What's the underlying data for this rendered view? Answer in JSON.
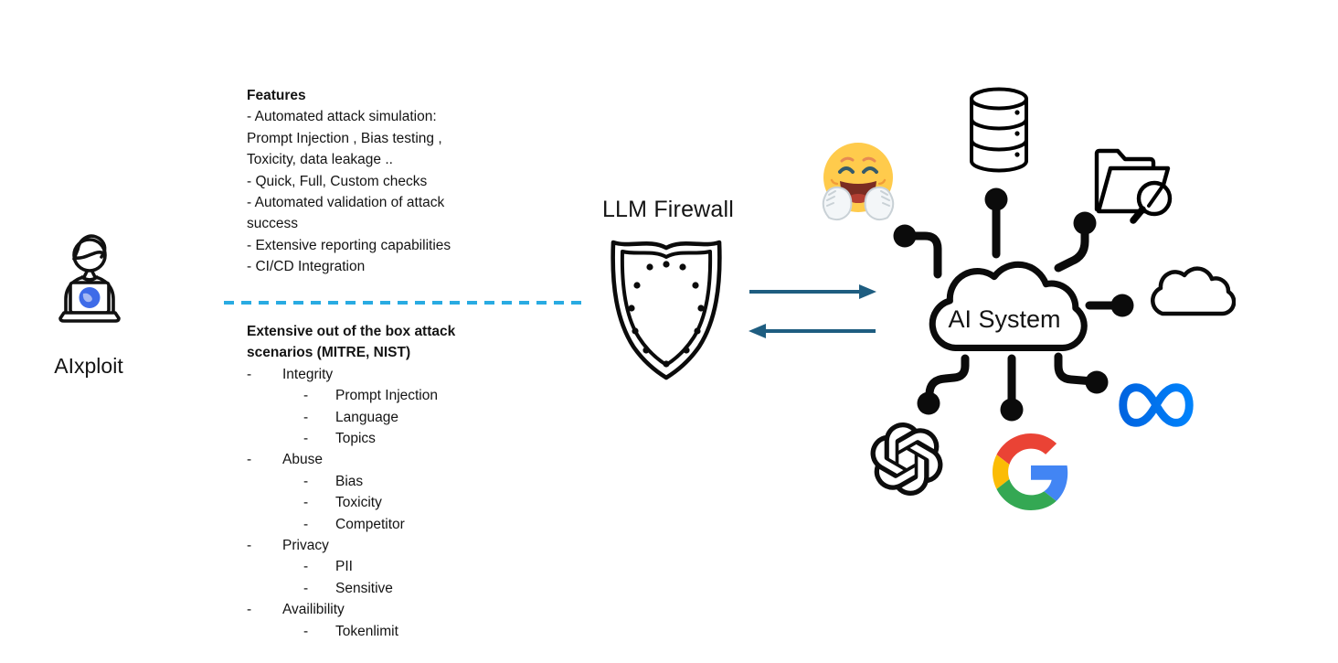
{
  "attacker": {
    "label": "AIxploit"
  },
  "features": {
    "title": "Features",
    "lines": [
      "- Automated attack simulation:",
      "Prompt Injection , Bias testing ,",
      "Toxicity, data leakage ..",
      "- Quick, Full, Custom checks",
      "- Automated validation of attack",
      "success",
      "- Extensive reporting capabilities",
      "- CI/CD Integration"
    ]
  },
  "scenarios": {
    "title_line1": "Extensive out of the box attack",
    "title_line2": "scenarios (MITRE, NIST)",
    "bullet": "-",
    "categories": [
      {
        "label": "Integrity",
        "items": [
          "Prompt Injection",
          "Language",
          "Topics"
        ]
      },
      {
        "label": "Abuse",
        "items": [
          "Bias",
          "Toxicity",
          "Competitor"
        ]
      },
      {
        "label": "Privacy",
        "items": [
          "PII",
          "Sensitive"
        ]
      },
      {
        "label": "Availibility",
        "items": [
          "Tokenlimit"
        ]
      }
    ]
  },
  "firewall": {
    "title": "LLM Firewall"
  },
  "ai_system": {
    "label": "AI System"
  },
  "icons": [
    {
      "name": "person-laptop-icon"
    },
    {
      "name": "shield-icon"
    },
    {
      "name": "arrow-right-icon"
    },
    {
      "name": "arrow-left-icon"
    },
    {
      "name": "ai-system-cloud-icon"
    },
    {
      "name": "hugging-face-emoji-icon"
    },
    {
      "name": "database-icon"
    },
    {
      "name": "folder-search-icon"
    },
    {
      "name": "cloud-icon"
    },
    {
      "name": "meta-logo-icon"
    },
    {
      "name": "google-logo-icon"
    },
    {
      "name": "openai-logo-icon"
    }
  ],
  "colors": {
    "dashed_divider": "#29ABE2",
    "arrow": "#1E5D80",
    "emoji_yellow": "#FFCB4C",
    "meta_blue_start": "#0064E0",
    "meta_blue_end": "#0082FB",
    "google_red": "#EA4335",
    "google_yellow": "#FBBC05",
    "google_green": "#34A853",
    "google_blue": "#4285F4",
    "laptop_logo_blue": "#3E6BE8",
    "line_black": "#0b0b0b"
  }
}
